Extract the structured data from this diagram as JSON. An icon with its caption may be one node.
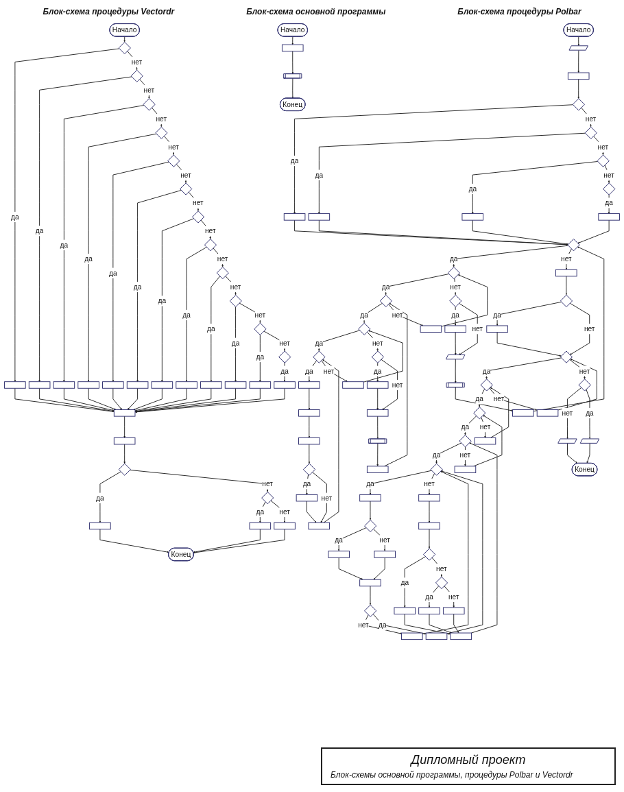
{
  "diagram": {
    "nodes": [
      {
        "text": [
          "Начало"
        ]
      },
      {
        "text": [],
        "shape": "diamond"
      },
      {
        "text": [],
        "shape": "box"
      },
      {
        "text": [],
        "shape": "diamond"
      },
      {
        "text": [],
        "shape": "box"
      },
      {
        "text": [],
        "shape": "diamond"
      },
      {
        "text": [],
        "shape": "box"
      },
      {
        "text": [],
        "shape": "diamond"
      },
      {
        "text": [],
        "shape": "box"
      },
      {
        "text": [],
        "shape": "diamond"
      },
      {
        "text": [],
        "shape": "box"
      },
      {
        "text": [],
        "shape": "diamond"
      },
      {
        "text": [],
        "shape": "box"
      },
      {
        "text": [],
        "shape": "diamond"
      },
      {
        "text": [],
        "shape": "box"
      },
      {
        "text": [],
        "shape": "diamond"
      },
      {
        "text": [],
        "shape": "box"
      },
      {
        "text": [],
        "shape": "diamond"
      },
      {
        "text": [],
        "shape": "box"
      },
      {
        "text": [],
        "shape": "diamond"
      },
      {
        "text": [],
        "shape": "box"
      },
      {
        "text": [],
        "shape": "diamond"
      },
      {
        "text": [],
        "shape": "box"
      },
      {
        "text": [],
        "shape": "diamond"
      },
      {
        "text": [],
        "shape": "box"
      },
      {
        "text": [],
        "shape": "box"
      },
      {
        "text": [],
        "shape": "box"
      },
      {
        "text": [],
        "shape": "diamond"
      },
      {
        "text": [],
        "shape": "box"
      },
      {
        "text": [],
        "shape": "diamond"
      },
      {
        "text": [],
        "shape": "box"
      },
      {
        "text": [],
        "shape": "box"
      },
      {
        "text": [
          "Конец"
        ]
      },
      {
        "text": [
          "Начало"
        ]
      },
      {
        "text": [],
        "shape": "box"
      },
      {
        "text": [],
        "shape": "subroutine"
      },
      {
        "text": [
          "Конец"
        ]
      },
      {
        "text": [
          "Начало"
        ]
      },
      {
        "text": [],
        "shape": "parallelogram"
      },
      {
        "text": [],
        "shape": "box"
      },
      {
        "text": [],
        "shape": "diamond"
      },
      {
        "text": [],
        "shape": "box"
      },
      {
        "text": [],
        "shape": "diamond"
      },
      {
        "text": [],
        "shape": "box"
      },
      {
        "text": [],
        "shape": "diamond"
      },
      {
        "text": [],
        "shape": "box"
      },
      {
        "text": [],
        "shape": "diamond"
      },
      {
        "text": [],
        "shape": "box"
      },
      {
        "text": [],
        "shape": "diamond"
      },
      {
        "text": [],
        "shape": "diamond"
      },
      {
        "text": [],
        "shape": "diamond"
      },
      {
        "text": [],
        "shape": "diamond"
      },
      {
        "text": [],
        "shape": "diamond"
      },
      {
        "text": [],
        "shape": "box"
      },
      {
        "text": [],
        "shape": "box"
      },
      {
        "text": [],
        "shape": "box"
      },
      {
        "text": [],
        "shape": "diamond"
      },
      {
        "text": [],
        "shape": "box"
      },
      {
        "text": [],
        "shape": "box"
      },
      {
        "text": [],
        "shape": "box"
      },
      {
        "text": [],
        "shape": "diamond"
      },
      {
        "text": [],
        "shape": "box"
      },
      {
        "text": [],
        "shape": "box"
      },
      {
        "text": [],
        "shape": "subroutine"
      },
      {
        "text": [],
        "shape": "box"
      },
      {
        "text": [],
        "shape": "box"
      },
      {
        "text": [],
        "shape": "diamond"
      },
      {
        "text": [],
        "shape": "box"
      },
      {
        "text": [],
        "shape": "parallelogram"
      },
      {
        "text": [],
        "shape": "subroutine"
      },
      {
        "text": [],
        "shape": "box"
      },
      {
        "text": [],
        "shape": "box"
      },
      {
        "text": [],
        "shape": "diamond"
      },
      {
        "text": [],
        "shape": "box"
      },
      {
        "text": [],
        "shape": "diamond"
      },
      {
        "text": [],
        "shape": "diamond"
      },
      {
        "text": [],
        "shape": "diamond"
      },
      {
        "text": [],
        "shape": "diamond"
      },
      {
        "text": [],
        "shape": "diamond"
      },
      {
        "text": [],
        "shape": "box"
      },
      {
        "text": [],
        "shape": "box"
      },
      {
        "text": [],
        "shape": "box"
      },
      {
        "text": [],
        "shape": "box"
      },
      {
        "text": [],
        "shape": "diamond"
      },
      {
        "text": [],
        "shape": "box"
      },
      {
        "text": [],
        "shape": "box"
      },
      {
        "text": [],
        "shape": "box"
      },
      {
        "text": [],
        "shape": "diamond"
      },
      {
        "text": [],
        "shape": "box"
      },
      {
        "text": [],
        "shape": "box"
      },
      {
        "text": [],
        "shape": "box"
      },
      {
        "text": [],
        "shape": "box"
      },
      {
        "text": [],
        "shape": "diamond"
      },
      {
        "text": [],
        "shape": "box"
      },
      {
        "text": [],
        "shape": "diamond"
      },
      {
        "text": [],
        "shape": "box"
      },
      {
        "text": [],
        "shape": "box"
      },
      {
        "text": [],
        "shape": "box"
      },
      {
        "text": [],
        "shape": "diamond"
      },
      {
        "text": [],
        "shape": "parallelogram"
      },
      {
        "text": [],
        "shape": "parallelogram"
      },
      {
        "text": [
          "Конец"
        ]
      }
    ],
    "edges": [
      {
        "from": 0,
        "to": 1,
        "arrow": "to"
      },
      {
        "from": 1,
        "to": 2,
        "arrow": "to",
        "label": "да"
      },
      {
        "from": 1,
        "to": 3,
        "arrow": "to",
        "label": "нет"
      },
      {
        "from": 3,
        "to": 4,
        "arrow": "to",
        "label": "да"
      },
      {
        "from": 3,
        "to": 5,
        "arrow": "to",
        "label": "нет"
      },
      {
        "from": 5,
        "to": 6,
        "arrow": "to",
        "label": "да"
      },
      {
        "from": 5,
        "to": 7,
        "arrow": "to",
        "label": "нет"
      },
      {
        "from": 7,
        "to": 8,
        "arrow": "to",
        "label": "да"
      },
      {
        "from": 7,
        "to": 9,
        "arrow": "to",
        "label": "нет"
      },
      {
        "from": 9,
        "to": 10,
        "arrow": "to",
        "label": "да"
      },
      {
        "from": 9,
        "to": 11,
        "arrow": "to",
        "label": "нет"
      },
      {
        "from": 11,
        "to": 12,
        "arrow": "to",
        "label": "да"
      },
      {
        "from": 11,
        "to": 13,
        "arrow": "to",
        "label": "нет"
      },
      {
        "from": 13,
        "to": 14,
        "arrow": "to",
        "label": "да"
      },
      {
        "from": 13,
        "to": 15,
        "arrow": "to",
        "label": "нет"
      },
      {
        "from": 15,
        "to": 16,
        "arrow": "to",
        "label": "да"
      },
      {
        "from": 15,
        "to": 17,
        "arrow": "to",
        "label": "нет"
      },
      {
        "from": 17,
        "to": 18,
        "arrow": "to",
        "label": "да"
      },
      {
        "from": 17,
        "to": 19,
        "arrow": "to",
        "label": "нет"
      },
      {
        "from": 19,
        "to": 20,
        "arrow": "to",
        "label": "да"
      },
      {
        "from": 19,
        "to": 21,
        "arrow": "to",
        "label": "нет"
      },
      {
        "from": 21,
        "to": 22,
        "arrow": "to",
        "label": "да"
      },
      {
        "from": 21,
        "to": 23,
        "arrow": "to",
        "label": "нет"
      },
      {
        "from": 23,
        "to": 24,
        "arrow": "to",
        "label": "да"
      },
      {
        "from": 2,
        "to": 25,
        "arrow": "to"
      },
      {
        "from": 4,
        "to": 25,
        "arrow": "to"
      },
      {
        "from": 6,
        "to": 25,
        "arrow": "to"
      },
      {
        "from": 8,
        "to": 25,
        "arrow": "to"
      },
      {
        "from": 10,
        "to": 25,
        "arrow": "to"
      },
      {
        "from": 12,
        "to": 25,
        "arrow": "to"
      },
      {
        "from": 14,
        "to": 25,
        "arrow": "to"
      },
      {
        "from": 16,
        "to": 25,
        "arrow": "to"
      },
      {
        "from": 18,
        "to": 25,
        "arrow": "to"
      },
      {
        "from": 20,
        "to": 25,
        "arrow": "to"
      },
      {
        "from": 22,
        "to": 25,
        "arrow": "to"
      },
      {
        "from": 24,
        "to": 25,
        "arrow": "to"
      },
      {
        "from": 25,
        "to": 26,
        "arrow": "to"
      },
      {
        "from": 26,
        "to": 27,
        "arrow": "to"
      },
      {
        "from": 27,
        "to": 28,
        "arrow": "to",
        "label": "да"
      },
      {
        "from": 27,
        "to": 29,
        "arrow": "to",
        "label": "нет"
      },
      {
        "from": 29,
        "to": 30,
        "arrow": "to",
        "label": "да"
      },
      {
        "from": 29,
        "to": 31,
        "arrow": "to",
        "label": "нет"
      },
      {
        "from": 28,
        "to": 32,
        "arrow": "to"
      },
      {
        "from": 30,
        "to": 32,
        "arrow": "to"
      },
      {
        "from": 31,
        "to": 32,
        "arrow": "to"
      },
      {
        "from": 33,
        "to": 34,
        "arrow": "to"
      },
      {
        "from": 34,
        "to": 35,
        "arrow": "to"
      },
      {
        "from": 35,
        "to": 36,
        "arrow": "to"
      },
      {
        "from": 37,
        "to": 38,
        "arrow": "to"
      },
      {
        "from": 38,
        "to": 39,
        "arrow": "to"
      },
      {
        "from": 39,
        "to": 40,
        "arrow": "to"
      },
      {
        "from": 40,
        "to": 41,
        "arrow": "to",
        "label": "да"
      },
      {
        "from": 40,
        "to": 42,
        "arrow": "to",
        "label": "нет"
      },
      {
        "from": 42,
        "to": 43,
        "arrow": "to",
        "label": "да"
      },
      {
        "from": 42,
        "to": 44,
        "arrow": "to",
        "label": "нет"
      },
      {
        "from": 44,
        "to": 45,
        "arrow": "to",
        "label": "да"
      },
      {
        "from": 44,
        "to": 46,
        "arrow": "to",
        "label": "нет"
      },
      {
        "from": 46,
        "to": 47,
        "arrow": "to",
        "label": "да"
      },
      {
        "from": 41,
        "to": 48,
        "arrow": "to"
      },
      {
        "from": 43,
        "to": 48,
        "arrow": "to"
      },
      {
        "from": 45,
        "to": 48,
        "arrow": "to"
      },
      {
        "from": 47,
        "to": 48,
        "arrow": "to"
      },
      {
        "from": 48,
        "to": 49,
        "arrow": "to",
        "label": "да"
      },
      {
        "from": 48,
        "to": 71,
        "arrow": "to",
        "label": "нет"
      },
      {
        "from": 49,
        "to": 50,
        "arrow": "to",
        "label": "да"
      },
      {
        "from": 49,
        "to": 66,
        "arrow": "to",
        "label": "нет"
      },
      {
        "from": 50,
        "to": 51,
        "arrow": "to",
        "label": "да"
      },
      {
        "from": 50,
        "to": 65,
        "arrow": "to",
        "label": "нет"
      },
      {
        "from": 51,
        "to": 52,
        "arrow": "to",
        "label": "да"
      },
      {
        "from": 51,
        "to": 60,
        "arrow": "to",
        "label": "нет"
      },
      {
        "from": 52,
        "to": 53,
        "arrow": "to",
        "label": "да"
      },
      {
        "from": 52,
        "to": 59,
        "arrow": "to",
        "label": "нет"
      },
      {
        "from": 53,
        "to": 54,
        "arrow": "to"
      },
      {
        "from": 54,
        "to": 55,
        "arrow": "to"
      },
      {
        "from": 55,
        "to": 56,
        "arrow": "to"
      },
      {
        "from": 56,
        "to": 57,
        "arrow": "to",
        "label": "да"
      },
      {
        "from": 56,
        "to": 58,
        "arrow": "to",
        "label": "нет"
      },
      {
        "from": 57,
        "to": 58,
        "arrow": "to"
      },
      {
        "from": 58,
        "to": 52,
        "arrow": "to"
      },
      {
        "from": 59,
        "to": 51,
        "arrow": "to"
      },
      {
        "from": 60,
        "to": 61,
        "arrow": "to",
        "label": "да"
      },
      {
        "from": 60,
        "to": 62,
        "arrow": "to",
        "label": "нет"
      },
      {
        "from": 61,
        "to": 62,
        "arrow": "to"
      },
      {
        "from": 62,
        "to": 63,
        "arrow": "to"
      },
      {
        "from": 63,
        "to": 64,
        "arrow": "to"
      },
      {
        "from": 64,
        "to": 50,
        "arrow": "to"
      },
      {
        "from": 65,
        "to": 49,
        "arrow": "to"
      },
      {
        "from": 66,
        "to": 67,
        "arrow": "to",
        "label": "да"
      },
      {
        "from": 66,
        "to": 68,
        "arrow": "to",
        "label": "нет"
      },
      {
        "from": 67,
        "to": 68,
        "arrow": "to"
      },
      {
        "from": 68,
        "to": 69,
        "arrow": "to"
      },
      {
        "from": 69,
        "to": 70,
        "arrow": "to"
      },
      {
        "from": 70,
        "to": 48,
        "arrow": "to"
      },
      {
        "from": 71,
        "to": 72,
        "arrow": "to"
      },
      {
        "from": 72,
        "to": 73,
        "arrow": "to",
        "label": "да"
      },
      {
        "from": 72,
        "to": 74,
        "arrow": "to",
        "label": "нет"
      },
      {
        "from": 73,
        "to": 74,
        "arrow": "to"
      },
      {
        "from": 74,
        "to": 75,
        "arrow": "to",
        "label": "да"
      },
      {
        "from": 74,
        "to": 98,
        "arrow": "to",
        "label": "нет"
      },
      {
        "from": 75,
        "to": 76,
        "arrow": "to",
        "label": "да"
      },
      {
        "from": 75,
        "to": 79,
        "arrow": "to",
        "label": "нет"
      },
      {
        "from": 76,
        "to": 77,
        "arrow": "to",
        "label": "да"
      },
      {
        "from": 76,
        "to": 80,
        "arrow": "to",
        "label": "нет"
      },
      {
        "from": 77,
        "to": 78,
        "arrow": "to",
        "label": "да"
      },
      {
        "from": 77,
        "to": 81,
        "arrow": "to",
        "label": "нет"
      },
      {
        "from": 78,
        "to": 82,
        "arrow": "to",
        "label": "да"
      },
      {
        "from": 78,
        "to": 90,
        "arrow": "to",
        "label": "нет"
      },
      {
        "from": 79,
        "to": 74,
        "arrow": "to"
      },
      {
        "from": 80,
        "to": 75,
        "arrow": "to"
      },
      {
        "from": 81,
        "to": 76,
        "arrow": "to"
      },
      {
        "from": 82,
        "to": 83,
        "arrow": "to"
      },
      {
        "from": 83,
        "to": 84,
        "arrow": "to",
        "label": "да"
      },
      {
        "from": 83,
        "to": 85,
        "arrow": "to",
        "label": "нет"
      },
      {
        "from": 84,
        "to": 86,
        "arrow": "to"
      },
      {
        "from": 85,
        "to": 86,
        "arrow": "to"
      },
      {
        "from": 86,
        "to": 87,
        "arrow": "to"
      },
      {
        "from": 87,
        "to": 88,
        "arrow": "to",
        "label": "нет"
      },
      {
        "from": 87,
        "to": 89,
        "arrow": "to",
        "label": "да"
      },
      {
        "from": 88,
        "to": 78,
        "arrow": "to"
      },
      {
        "from": 89,
        "to": 78,
        "arrow": "to"
      },
      {
        "from": 90,
        "to": 91,
        "arrow": "to"
      },
      {
        "from": 91,
        "to": 92,
        "arrow": "to"
      },
      {
        "from": 92,
        "to": 93,
        "arrow": "to",
        "label": "да"
      },
      {
        "from": 92,
        "to": 94,
        "arrow": "to",
        "label": "нет"
      },
      {
        "from": 94,
        "to": 95,
        "arrow": "to",
        "label": "да"
      },
      {
        "from": 94,
        "to": 96,
        "arrow": "to",
        "label": "нет"
      },
      {
        "from": 93,
        "to": 97,
        "arrow": "to"
      },
      {
        "from": 95,
        "to": 97,
        "arrow": "to"
      },
      {
        "from": 96,
        "to": 97,
        "arrow": "to"
      },
      {
        "from": 97,
        "to": 77,
        "arrow": "to"
      },
      {
        "from": 98,
        "to": 99,
        "arrow": "to",
        "label": "нет"
      },
      {
        "from": 98,
        "to": 100,
        "arrow": "to",
        "label": "да"
      },
      {
        "from": 99,
        "to": 101,
        "arrow": "to"
      },
      {
        "from": 100,
        "to": 101,
        "arrow": "to"
      }
    ],
    "labels": [
      "Блок-схема процедуры Vectordr",
      "Блок-схема основной программы",
      "Блок-схема процедуры Polbar",
      "Дипломный проект",
      "Блок-схемы основной программы, процедуры Polbar и Vectordr"
    ]
  }
}
